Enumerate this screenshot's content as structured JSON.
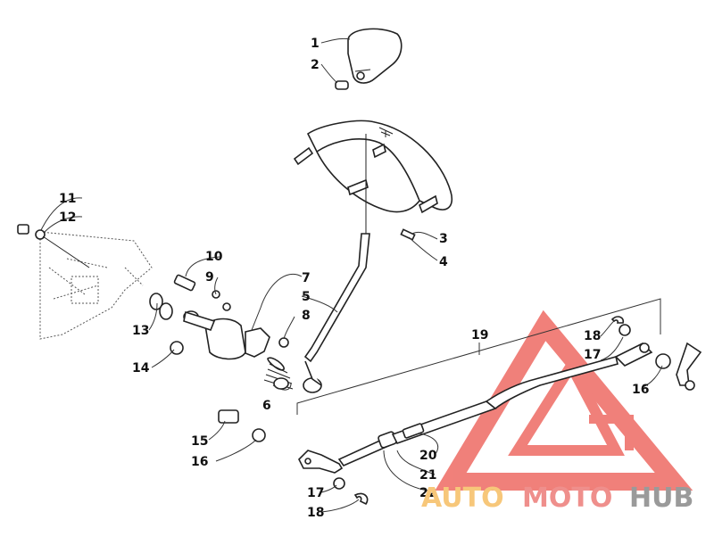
{
  "callouts": {
    "c1": "1",
    "c2": "2",
    "c3": "3",
    "c4": "4",
    "c5": "5",
    "c6": "6",
    "c7": "7",
    "c8": "8",
    "c9": "9",
    "c10": "10",
    "c11": "11",
    "c12": "12",
    "c13": "13",
    "c14": "14",
    "c15": "15",
    "c16a": "16",
    "c16b": "16",
    "c17a": "17",
    "c17b": "17",
    "c18a": "18",
    "c18b": "18",
    "c19": "19",
    "c20": "20",
    "c21": "21",
    "c22": "22"
  },
  "watermark": {
    "auto": "AUTO",
    "moto": "MOTO",
    "hub": "HUB",
    "colors": {
      "auto": "#f7c77a",
      "moto": "#ef8f8c",
      "hub": "#9a9a9a",
      "logo": "#ee6a63"
    }
  }
}
